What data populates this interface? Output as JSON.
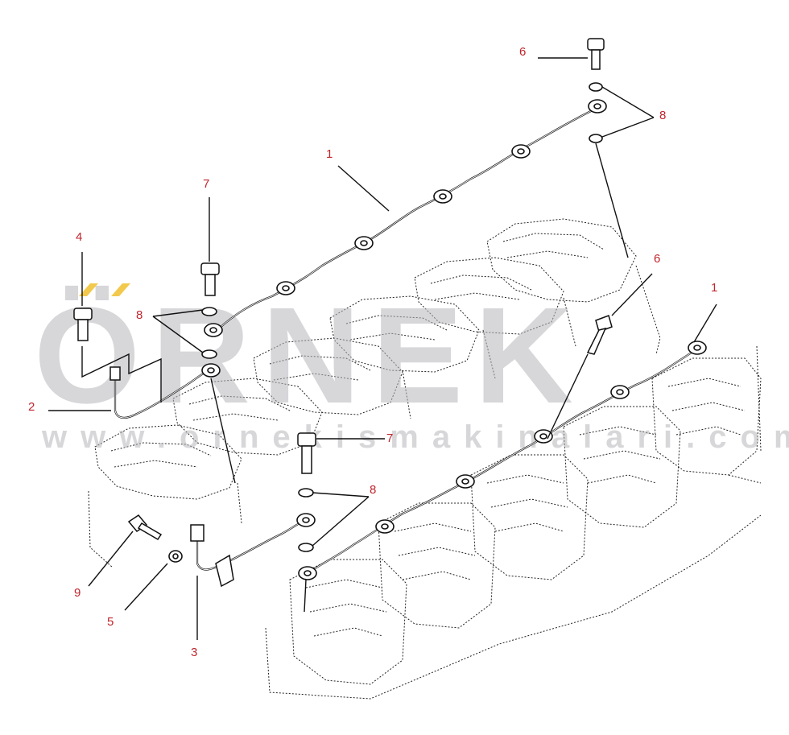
{
  "watermark": {
    "brand": "ÖRNEK",
    "site": "www.ornekismakinalari.com.tr",
    "color": "#b8b8bc",
    "accent": "#f2c94c"
  },
  "callout_color": "#c0262d",
  "callouts": [
    {
      "id": "c1a",
      "label": "1"
    },
    {
      "id": "c1b",
      "label": "1"
    },
    {
      "id": "c2",
      "label": "2"
    },
    {
      "id": "c3",
      "label": "3"
    },
    {
      "id": "c4",
      "label": "4"
    },
    {
      "id": "c5",
      "label": "5"
    },
    {
      "id": "c6a",
      "label": "6"
    },
    {
      "id": "c6b",
      "label": "6"
    },
    {
      "id": "c7a",
      "label": "7"
    },
    {
      "id": "c7b",
      "label": "7"
    },
    {
      "id": "c8a",
      "label": "8"
    },
    {
      "id": "c8b",
      "label": "8"
    },
    {
      "id": "c8c",
      "label": "8"
    },
    {
      "id": "c9",
      "label": "9"
    }
  ]
}
